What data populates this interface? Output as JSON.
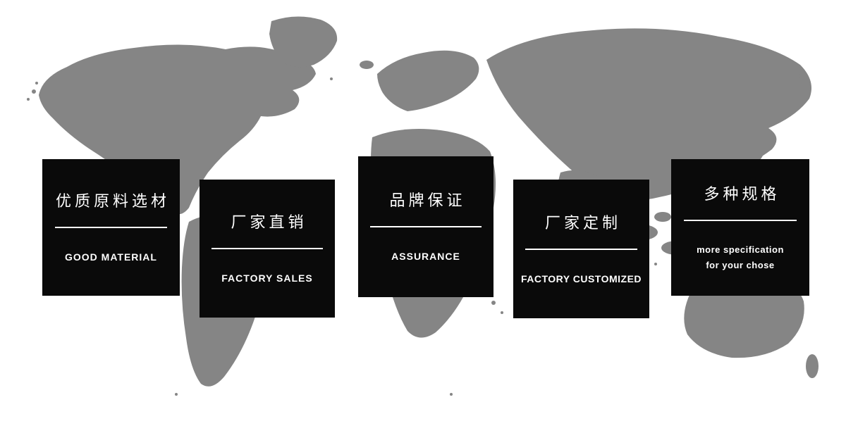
{
  "banner": {
    "cards": [
      {
        "title": "优质原料选材",
        "subtitle": "GOOD MATERIAL"
      },
      {
        "title": "厂家直销",
        "subtitle": "FACTORY SALES"
      },
      {
        "title": "品牌保证",
        "subtitle": "ASSURANCE"
      },
      {
        "title": "厂家定制",
        "subtitle": "FACTORY CUSTOMIZED"
      },
      {
        "title": "多种规格",
        "subtitle": "more specification\nfor your chose"
      }
    ]
  },
  "colors": {
    "card_background": "#0a0a0a",
    "card_text": "#ffffff",
    "map_gray": "#858585"
  },
  "icons": {
    "background": "world-map"
  }
}
